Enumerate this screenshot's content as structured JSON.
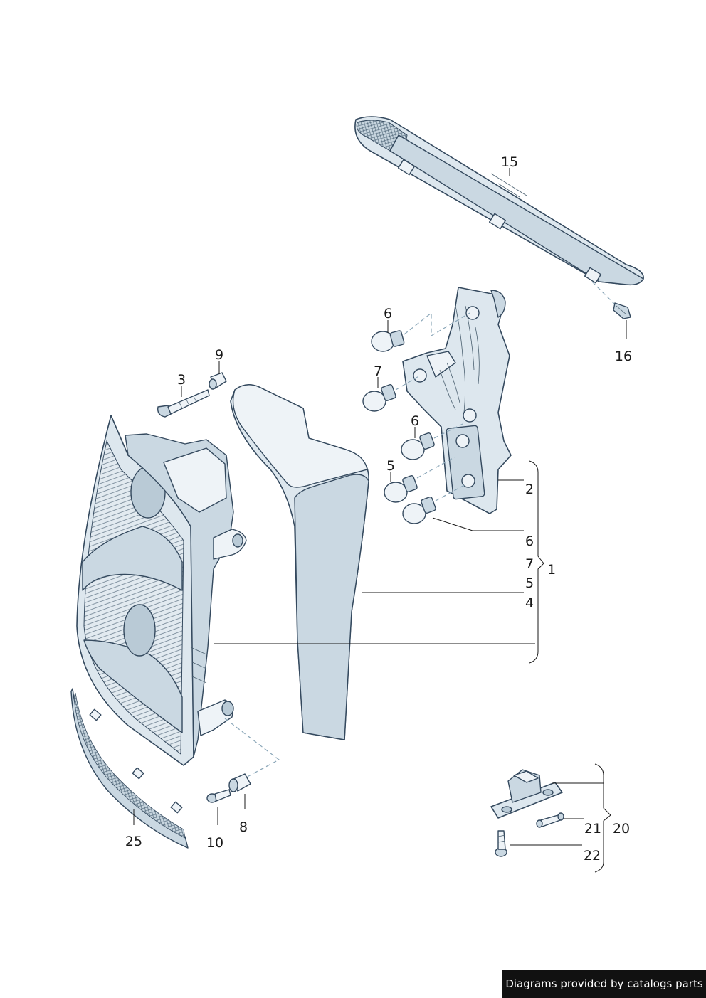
{
  "callouts": {
    "c15": "15",
    "c16": "16",
    "c6a": "6",
    "c7a": "7",
    "c9": "9",
    "c3": "3",
    "c6b": "6",
    "c5a": "5",
    "c2": "2",
    "c6c": "6",
    "c7b": "7",
    "c5b": "5",
    "c4": "4",
    "c1": "1",
    "c25": "25",
    "c10": "10",
    "c8": "8",
    "c21": "21",
    "c20": "20",
    "c22": "22"
  },
  "footer": {
    "text": "Diagrams provided by catalogs parts"
  }
}
